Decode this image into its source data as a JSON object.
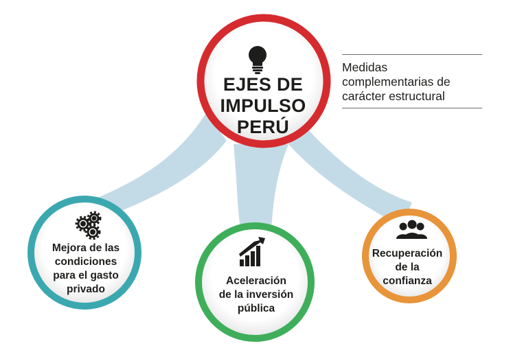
{
  "main": {
    "title_lines": [
      "EJES DE",
      "IMPULSO",
      "PERÚ"
    ],
    "ring_color": "#d52b2f",
    "icon": "lightbulb-icon"
  },
  "side_note": {
    "lines": [
      "Medidas",
      "complementarias de",
      "carácter estructural"
    ]
  },
  "branches": [
    {
      "lines": [
        "Mejora de las",
        "condiciones",
        "para el gasto",
        "privado"
      ],
      "ring_color": "#3ba8b0",
      "icon": "gears-icon"
    },
    {
      "lines": [
        "Aceleración",
        "de la inversión",
        "pública"
      ],
      "ring_color": "#3fae5a",
      "icon": "growth-chart-icon"
    },
    {
      "lines": [
        "Recuperación",
        "de la",
        "confianza"
      ],
      "ring_color": "#e8943a",
      "icon": "people-group-icon"
    }
  ],
  "connector_color": "#c3dbe7"
}
